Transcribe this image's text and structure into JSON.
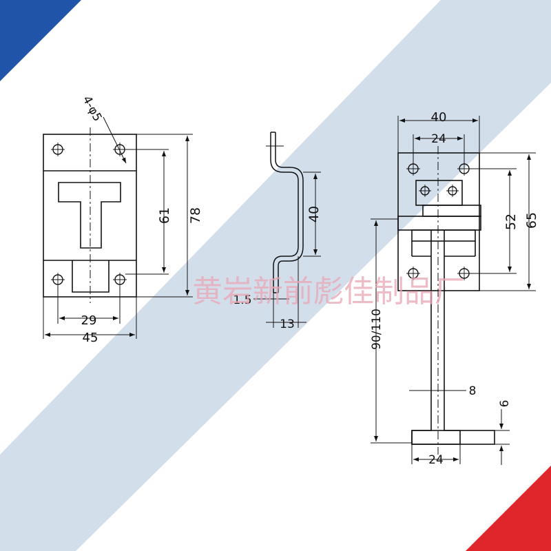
{
  "colors": {
    "background": "#ffffff",
    "stripe": "#d3deeb",
    "corner_blue": "#1f54a8",
    "corner_red": "#e0262a",
    "line": "#111111",
    "watermark": "#e8a6b4"
  },
  "left_view": {
    "holes_label": "4-φ5",
    "height_outer": "78",
    "height_inner": "61",
    "width_inner": "29",
    "width_outer": "45"
  },
  "side_view": {
    "height": "40",
    "thickness": "1.5",
    "depth": "13"
  },
  "right_view": {
    "width_outer": "40",
    "width_inner": "24",
    "height_outer": "65",
    "height_inner": "52",
    "length": "90/110",
    "stem_width": "8",
    "foot_thickness": "6",
    "foot_width": "24"
  },
  "watermark": {
    "text": "黄岩新前彪佳制品厂"
  }
}
